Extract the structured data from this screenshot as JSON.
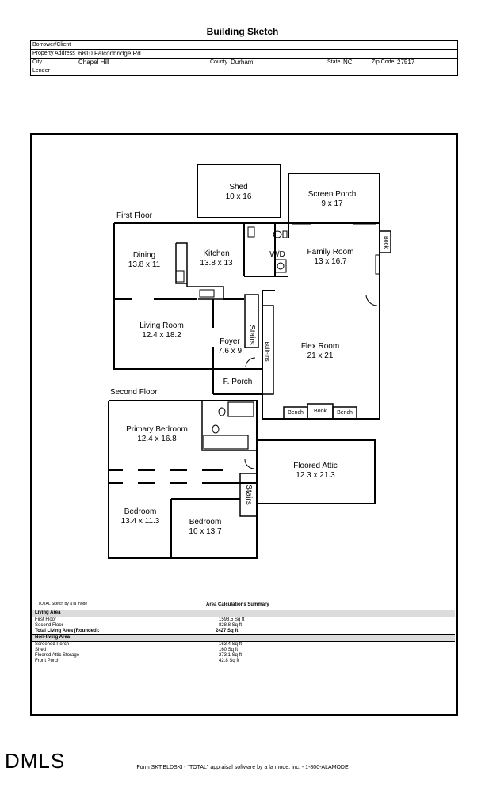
{
  "header": {
    "title": "Building Sketch",
    "borrower_label": "Borrower/Client",
    "address_label": "Property Address",
    "address_value": "6810 Falconbridge Rd",
    "city_label": "City",
    "city_value": "Chapel Hill",
    "county_label": "County",
    "county_value": "Durham",
    "state_label": "State",
    "state_value": "NC",
    "zip_label": "Zip Code",
    "zip_value": "27517",
    "lender_label": "Lender"
  },
  "sketch": {
    "first_floor_label": "First Floor",
    "second_floor_label": "Second Floor",
    "rooms": {
      "shed": {
        "name": "Shed",
        "dims": "10 x 16"
      },
      "screen_porch": {
        "name": "Screen Porch",
        "dims": "9 x 17"
      },
      "dining": {
        "name": "Dining",
        "dims": "13.8 x 11"
      },
      "kitchen": {
        "name": "Kitchen",
        "dims": "13.8 x 13"
      },
      "wd": {
        "name": "W/D"
      },
      "family_room": {
        "name": "Family Room",
        "dims": "13 x 16.7"
      },
      "book_top": {
        "name": "Book"
      },
      "living_room": {
        "name": "Living Room",
        "dims": "12.4 x 18.2"
      },
      "foyer": {
        "name": "Foyer",
        "dims": "7.6 x 9"
      },
      "stairs_first": {
        "name": "Stairs"
      },
      "built_ins": {
        "name": "Built-Ins"
      },
      "flex_room": {
        "name": "Flex Room",
        "dims": "21 x 21"
      },
      "f_porch": {
        "name": "F. Porch"
      },
      "bench_left": {
        "name": "Bench"
      },
      "book_bottom": {
        "name": "Book"
      },
      "bench_right": {
        "name": "Bench"
      },
      "primary_bedroom": {
        "name": "Primary Bedroom",
        "dims": "12.4 x 16.8"
      },
      "floored_attic": {
        "name": "Floored Attic",
        "dims": "12.3 x 21.3"
      },
      "stairs_second": {
        "name": "Stairs"
      },
      "bedroom_1": {
        "name": "Bedroom",
        "dims": "13.4 x 11.3"
      },
      "bedroom_2": {
        "name": "Bedroom",
        "dims": "10 x 13.7"
      }
    },
    "credit": "TOTAL Sketch by a la mode"
  },
  "summary": {
    "title": "Area Calculations Summary",
    "living_header": "Living Area",
    "living_rows": [
      {
        "label": "First Floor",
        "value": "1598.5 Sq ft"
      },
      {
        "label": "Second Floor",
        "value": "828.8 Sq ft"
      }
    ],
    "total_label": "Total Living Area (Rounded):",
    "total_value": "2427 Sq ft",
    "nonliving_header": "Non-living Area",
    "nonliving_rows": [
      {
        "label": "Screened Porch",
        "value": "163.4 Sq ft"
      },
      {
        "label": "Shed",
        "value": "160 Sq ft"
      },
      {
        "label": "Floored Attic Storage",
        "value": "273.1 Sq ft"
      },
      {
        "label": "Front Porch",
        "value": "42.8 Sq ft"
      }
    ]
  },
  "footer": "Form SKT.BLDSKI - \"TOTAL\" appraisal software by a la mode, inc. - 1-800-ALAMODE",
  "watermark": "DMLS"
}
